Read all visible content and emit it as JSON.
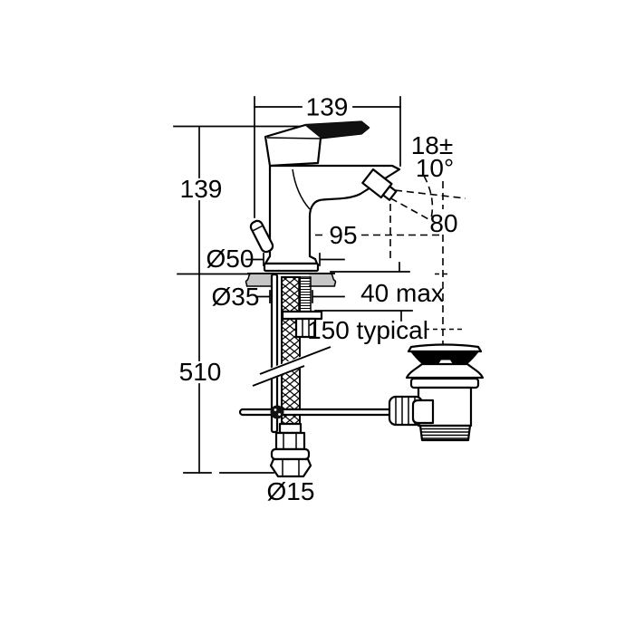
{
  "diagram": {
    "type": "technical-dimension-drawing",
    "subject": "basin mixer tap with pop-up waste",
    "colors": {
      "line": "#000000",
      "deck_fill": "#c6c6c6",
      "background": "#ffffff"
    }
  },
  "labels": {
    "top_width": "139",
    "body_height": "139",
    "overall_height": "510",
    "angle_tolerance_line1": "18±",
    "angle_tolerance_line2": "10°",
    "spout_reach": "95",
    "outlet_height": "80",
    "base_diameter": "Ø50",
    "hole_diameter": "Ø35",
    "deck_thickness": "40 max",
    "hose_drop": "150 typical",
    "connector_diameter": "Ø15"
  }
}
